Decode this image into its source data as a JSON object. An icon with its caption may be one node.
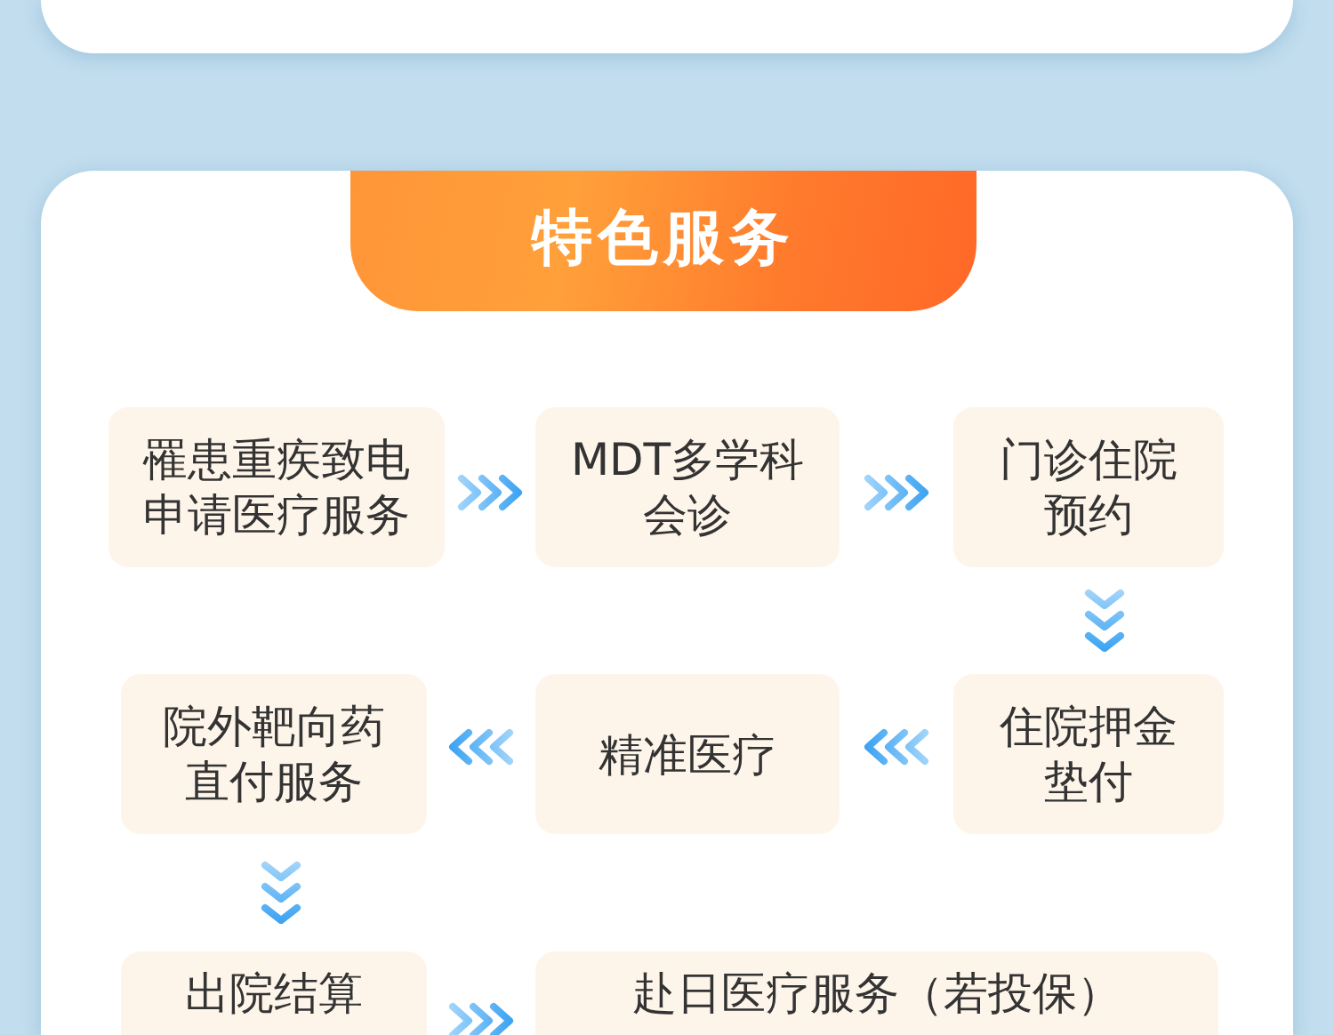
{
  "diagram": {
    "title": "特色服务",
    "nodes": [
      {
        "text": [
          "罹患重疾致电申请医疗服务"
        ]
      },
      {
        "text": [
          "MDT多学科会诊"
        ]
      },
      {
        "text": [
          "门诊住院预约"
        ]
      },
      {
        "text": [
          "住院押金垫付"
        ]
      },
      {
        "text": [
          "精准医疗"
        ]
      },
      {
        "text": [
          "院外靶向药直付服务"
        ]
      },
      {
        "text": [
          "出院结算"
        ]
      },
      {
        "text": [
          "赴日医疗服务（若投保）"
        ]
      }
    ],
    "edges": [
      {
        "from": 0,
        "to": 1,
        "arrow": "to"
      },
      {
        "from": 1,
        "to": 2,
        "arrow": "to"
      },
      {
        "from": 2,
        "to": 3,
        "arrow": "to"
      },
      {
        "from": 3,
        "to": 4,
        "arrow": "to"
      },
      {
        "from": 4,
        "to": 5,
        "arrow": "to"
      },
      {
        "from": 5,
        "to": 6,
        "arrow": "to"
      },
      {
        "from": 6,
        "to": 7,
        "arrow": "to"
      }
    ]
  }
}
